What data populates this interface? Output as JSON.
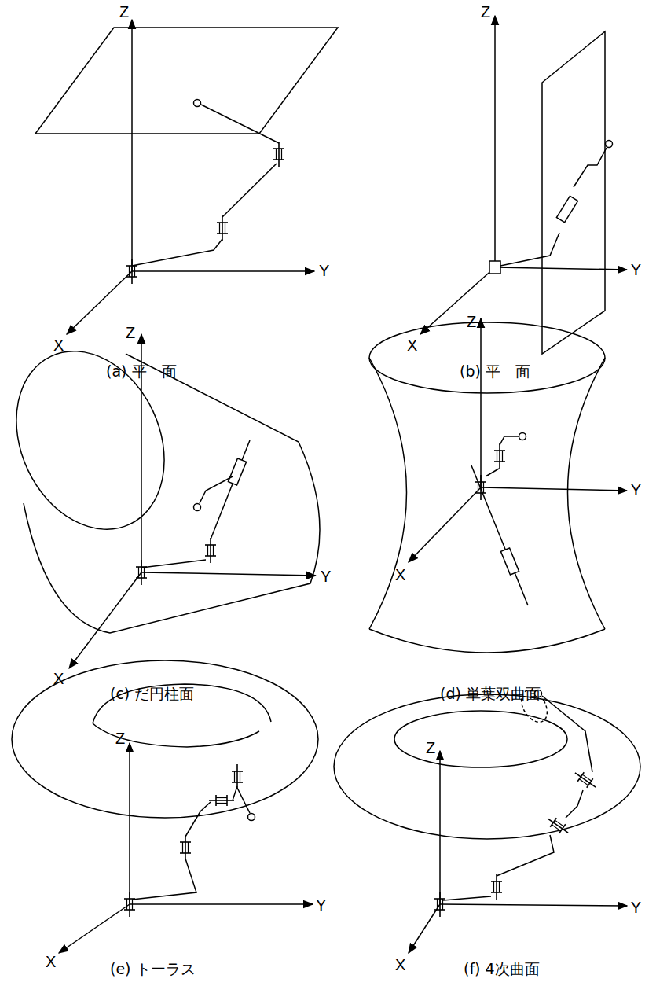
{
  "diagram": {
    "labels": [
      "Z",
      "Y",
      "X",
      "(a) 平　面",
      "Z",
      "Y",
      "X",
      "(b) 平　面",
      "Z",
      "Y",
      "X",
      "(c) だ円柱面",
      "Z",
      "Y",
      "X",
      "(d) 単葉双曲面",
      "Z",
      "Y",
      "X",
      "(e) トーラス",
      "Z",
      "Y",
      "X",
      "(f) 4次曲面"
    ]
  }
}
